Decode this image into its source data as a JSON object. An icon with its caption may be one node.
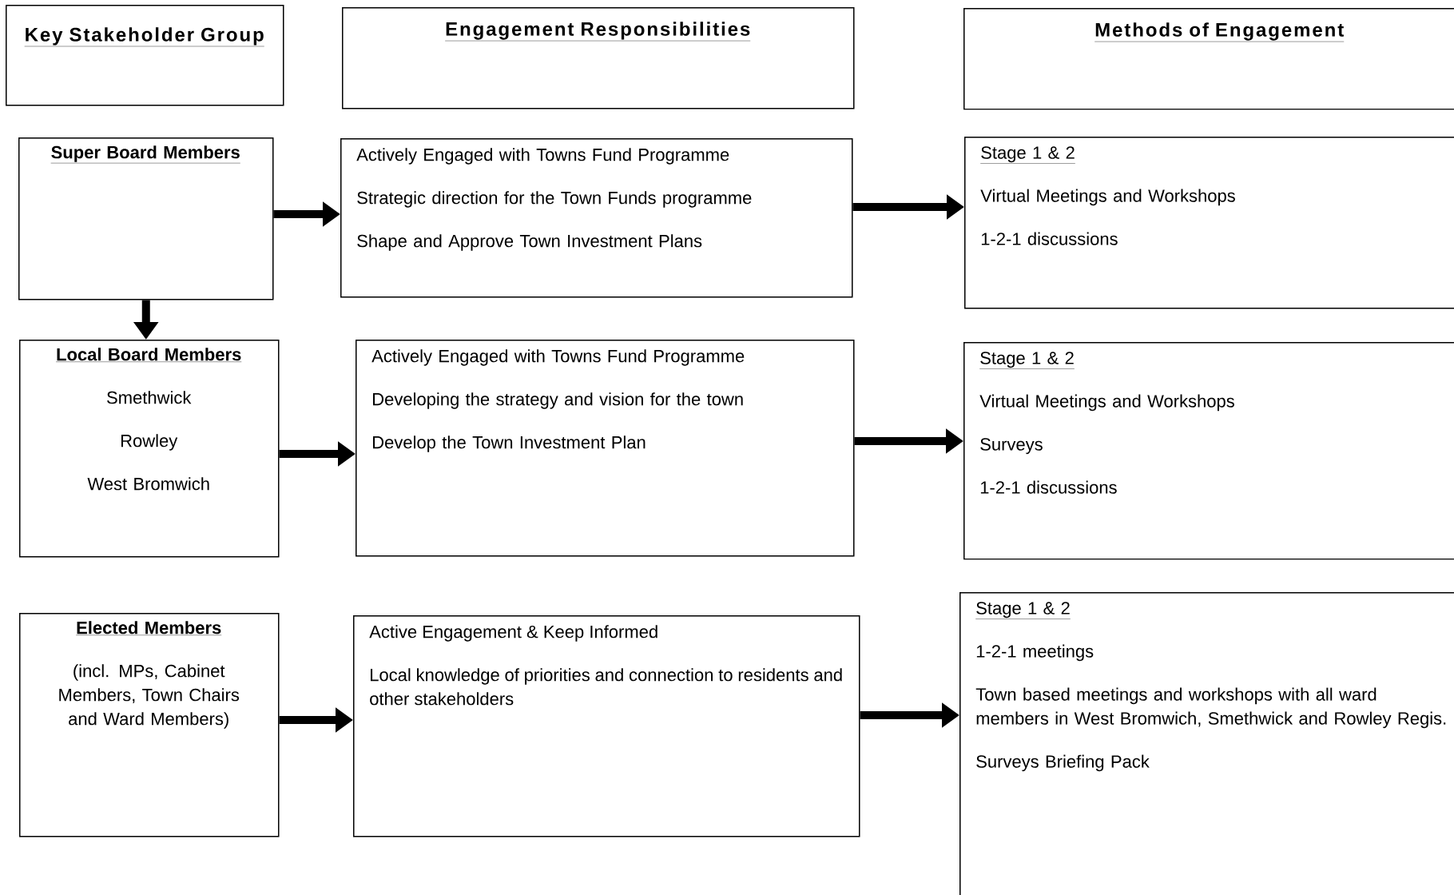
{
  "diagram": {
    "nodes": [
      {
        "text": [
          "Key Stakeholder Group"
        ]
      },
      {
        "text": [
          "Engagement Responsibilities"
        ]
      },
      {
        "text": [
          "Methods of Engagement"
        ]
      },
      {
        "text": [
          "Super Board Members"
        ]
      },
      {
        "text": [
          "Actively Engaged with Towns Fund Programme",
          "Strategic direction for the Town Funds programme",
          "Shape and Approve Town Investment Plans"
        ]
      },
      {
        "text": [
          "Stage 1 & 2",
          "Virtual Meetings and Workshops",
          "1-2-1 discussions"
        ]
      },
      {
        "text": [
          "Local Board Members",
          "Smethwick",
          "Rowley",
          "West Bromwich"
        ]
      },
      {
        "text": [
          "Actively Engaged with Towns Fund Programme",
          "Developing the strategy and vision for the town",
          "Develop the Town Investment Plan"
        ]
      },
      {
        "text": [
          "Stage 1 & 2",
          "Virtual Meetings and Workshops",
          "Surveys",
          "1-2-1 discussions"
        ]
      },
      {
        "text": [
          "Elected Members",
          "(incl. MPs, Cabinet Members, Town Chairs and Ward Members)"
        ]
      },
      {
        "text": [
          "Active Engagement & Keep Informed",
          "Local knowledge of priorities and connection to residents and other stakeholders"
        ]
      },
      {
        "text": [
          "Stage 1 & 2",
          "1-2-1 meetings",
          "Town based meetings and workshops with all ward members in West Bromwich, Smethwick and Rowley Regis.",
          "Surveys Briefing Pack"
        ]
      }
    ],
    "edges": [
      {
        "from": 3,
        "to": 4,
        "arrow": "to"
      },
      {
        "from": 4,
        "to": 5,
        "arrow": "to"
      },
      {
        "from": 3,
        "to": 6,
        "arrow": "to"
      },
      {
        "from": 6,
        "to": 7,
        "arrow": "to"
      },
      {
        "from": 7,
        "to": 8,
        "arrow": "to"
      },
      {
        "from": 9,
        "to": 10,
        "arrow": "to"
      },
      {
        "from": 10,
        "to": 11,
        "arrow": "to"
      }
    ]
  }
}
